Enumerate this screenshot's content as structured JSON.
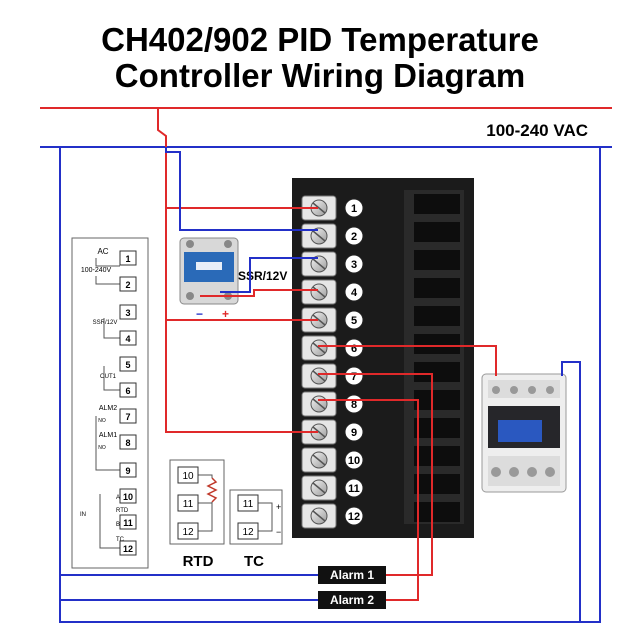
{
  "title": {
    "line1": "CH402/902 PID Temperature",
    "line2": "Controller Wiring Diagram"
  },
  "supply_label": "100-240 VAC",
  "ssr_label": "SSR/12V",
  "ssr_minus": "−",
  "ssr_plus": "+",
  "terminals": [
    "1",
    "2",
    "3",
    "4",
    "5",
    "6",
    "7",
    "8",
    "9",
    "10",
    "11",
    "12"
  ],
  "legend": {
    "ac_label": "AC",
    "voltage_label": "100-240V",
    "ssr_label": "SSR/12V",
    "out1_label": "OUT1",
    "alm2_label": "ALM2",
    "alm1_label": "ALM1",
    "no_label": "NO",
    "in_label": "IN",
    "rtd_label": "RTD",
    "tc_label": "TC",
    "a_label": "A",
    "b_label": "B",
    "terminals": [
      "1",
      "2",
      "3",
      "4",
      "5",
      "6",
      "7",
      "8",
      "9",
      "10",
      "11",
      "12"
    ]
  },
  "rtd_box": {
    "label": "RTD",
    "terminals": [
      "10",
      "11",
      "12"
    ]
  },
  "tc_box": {
    "label": "TC",
    "terminals": [
      "11",
      "12"
    ]
  },
  "alarms": [
    "Alarm 1",
    "Alarm 2"
  ],
  "colors": {
    "red": "#e0292a",
    "blue": "#2330c8",
    "dark": "#1a1a1a"
  }
}
